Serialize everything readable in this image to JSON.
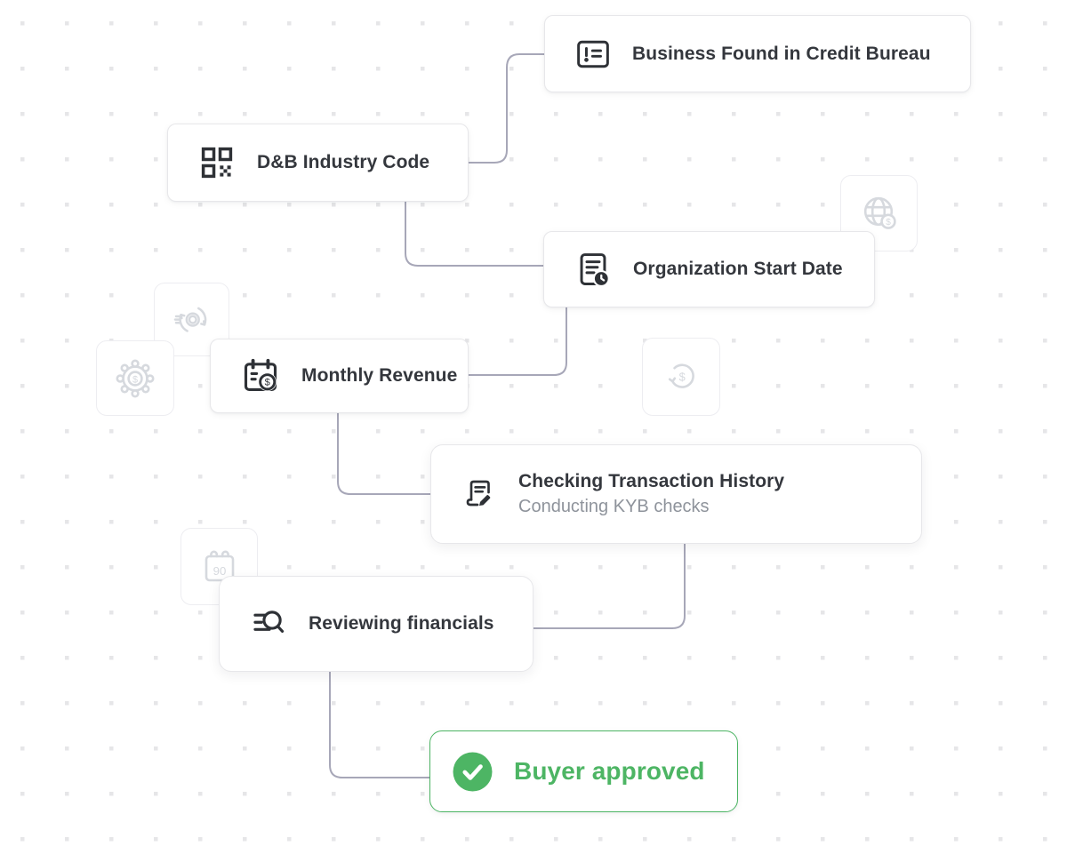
{
  "diagram": {
    "nodes": [
      {
        "label": "Business Found in Credit Bureau",
        "icon": "alert-list-icon"
      },
      {
        "label": "D&B Industry Code",
        "icon": "qr-code-icon"
      },
      {
        "label": "Organization Start Date",
        "icon": "document-clock-icon"
      },
      {
        "label": "Monthly Revenue",
        "icon": "calendar-dollar-icon"
      },
      {
        "label": "Checking Transaction History",
        "sublabel": "Conducting KYB checks",
        "icon": "document-edit-icon"
      },
      {
        "label": "Reviewing financials",
        "icon": "list-search-icon"
      },
      {
        "label": "Buyer approved",
        "icon": "check-circle-icon",
        "status": "approved"
      }
    ],
    "background_icons": [
      {
        "icon": "globe-dollar-icon"
      },
      {
        "icon": "sync-gear-icon"
      },
      {
        "icon": "gear-dollar-icon"
      },
      {
        "icon": "refresh-dollar-icon"
      },
      {
        "icon": "calendar-90-icon",
        "label": "90"
      }
    ],
    "icon_symbols": {
      "dollar": "$"
    },
    "colors": {
      "text_primary": "#34373d",
      "text_secondary": "#8e939b",
      "approved_green": "#4db564",
      "connector": "#a7a7b8",
      "card_border": "#e7e7ea",
      "faded_stroke": "#d6d9de",
      "dot": "#e6e6e8"
    }
  }
}
